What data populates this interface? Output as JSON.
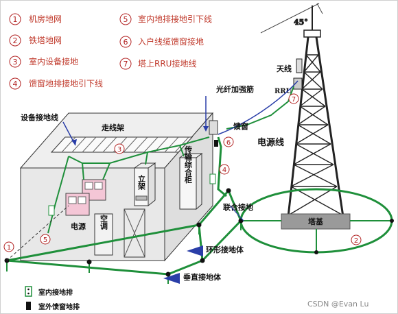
{
  "legend": [
    {
      "num": "1",
      "text": "机房地网"
    },
    {
      "num": "2",
      "text": "铁塔地网"
    },
    {
      "num": "3",
      "text": "室内设备接地"
    },
    {
      "num": "4",
      "text": "馈窗地排接地引下线"
    },
    {
      "num": "5",
      "text": "室内地排接地引下线"
    },
    {
      "num": "6",
      "text": "入户线缆馈窗接地"
    },
    {
      "num": "7",
      "text": "塔上RRU接地线"
    }
  ],
  "labels": {
    "angle": "45°",
    "antenna": "天线",
    "rru": "RRU",
    "optical_cable": "光纤加强筋",
    "feeder_window": "馈窗",
    "power_line": "电源线",
    "equipment_ground_wire": "设备接地线",
    "cable_tray": "走线架",
    "rack": "立架",
    "transmission_cabinet": "传输综合柜",
    "power_supply": "电源",
    "air_conditioner": "空调",
    "tower_base": "塔基",
    "combined_ground": "联合接地",
    "ring_ground": "环形接地体",
    "vertical_ground": "垂直接地体",
    "indoor_bar": "室内接地排",
    "outdoor_bar": "室外馈窗地排"
  },
  "callouts": {
    "c1": "1",
    "c2": "2",
    "c3": "3",
    "c4": "4",
    "c5": "5",
    "c6": "6",
    "c7": "7"
  },
  "watermark": "CSDN @Evan  Lu",
  "colors": {
    "ground": "#1e8f3a",
    "legend": "#c0392b",
    "tower": "#222222"
  }
}
